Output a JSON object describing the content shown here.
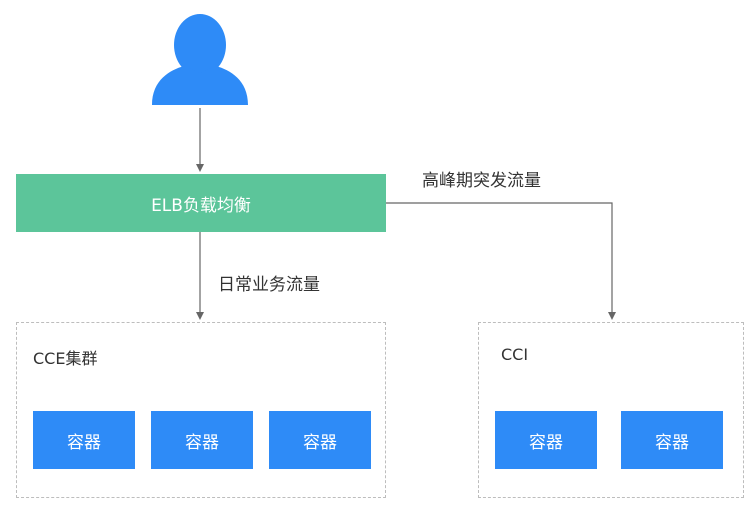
{
  "diagram": {
    "user_icon": "user-icon",
    "elb": {
      "label": "ELB负载均衡",
      "color": "#5cc59a"
    },
    "flows": {
      "daily": "日常业务流量",
      "peak": "高峰期突发流量"
    },
    "cce": {
      "title": "CCE集群",
      "containers": [
        "容器",
        "容器",
        "容器"
      ]
    },
    "cci": {
      "title": "CCI",
      "containers": [
        "容器",
        "容器"
      ]
    },
    "colors": {
      "container": "#2e8bf7",
      "user": "#2e8bf7",
      "connector": "#666666",
      "dashed_border": "#bdbdbd"
    }
  }
}
